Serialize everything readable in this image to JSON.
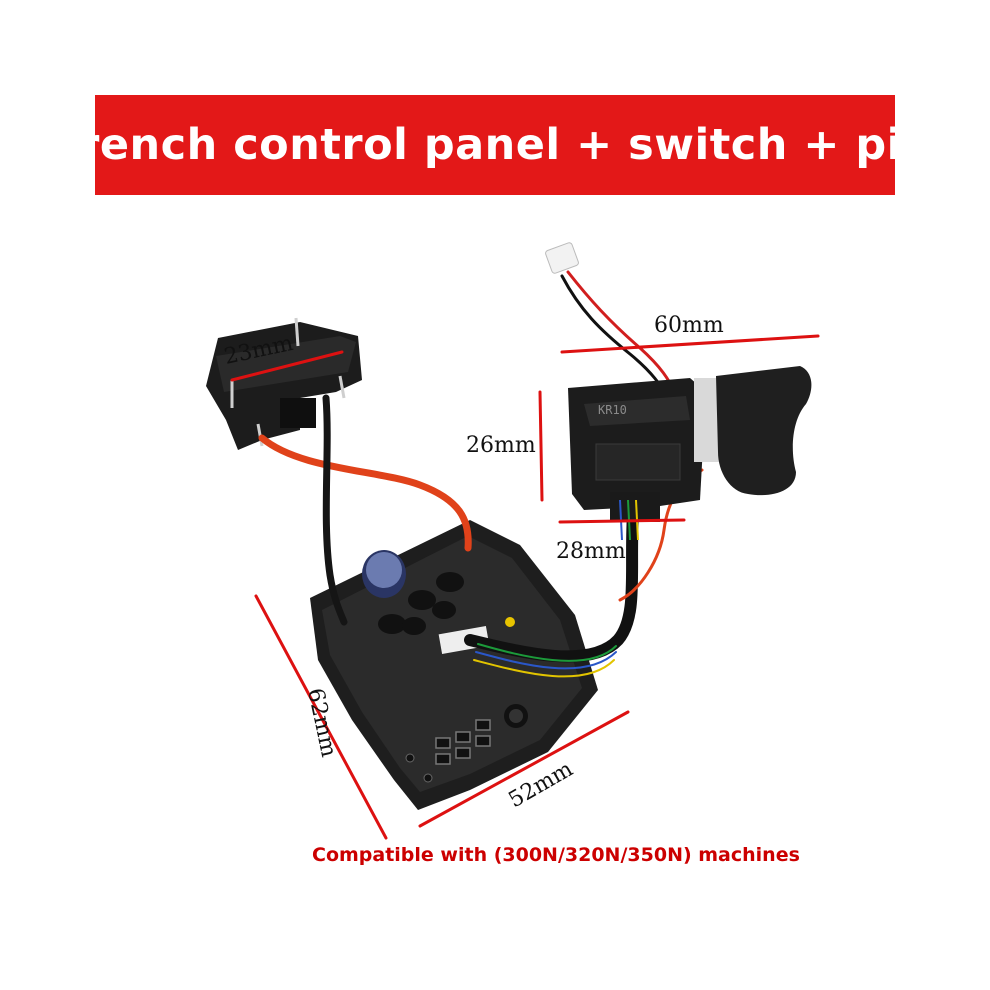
{
  "banner": {
    "title": "Wrench control panel + switch + pins"
  },
  "dimensions": {
    "pin_width": "23mm",
    "switch_width": "60mm",
    "switch_height": "26mm",
    "switch_depth": "28mm",
    "board_height": "62mm",
    "board_width": "52mm"
  },
  "switch": {
    "marking": "KR10"
  },
  "footnote": "Compatible with (300N/320N/350N) machines",
  "colors": {
    "banner": "#e31818",
    "dimension_line": "#dd1111",
    "footnote": "#cc0000",
    "wire_red": "#e0421a",
    "housing": "#1b1b1b"
  }
}
